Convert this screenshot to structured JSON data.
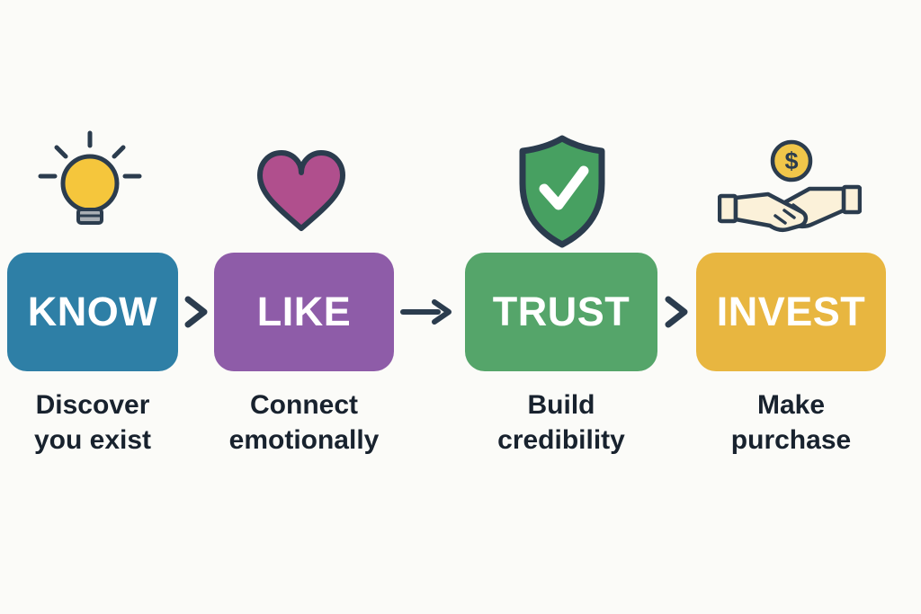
{
  "diagram": {
    "stages": [
      {
        "label": "KNOW",
        "description": [
          "Discover",
          "you exist"
        ],
        "box_color": "#2e7fa6",
        "icon": "lightbulb-icon"
      },
      {
        "label": "LIKE",
        "description": [
          "Connect",
          "emotionally"
        ],
        "box_color": "#8e5ca8",
        "icon": "heart-icon"
      },
      {
        "label": "TRUST",
        "description": [
          "Build",
          "credibility"
        ],
        "box_color": "#55a56a",
        "icon": "shield-check-icon"
      },
      {
        "label": "INVEST",
        "description": [
          "Make",
          "purchase"
        ],
        "box_color": "#e8b640",
        "icon": "handshake-dollar-icon"
      }
    ],
    "connectors": [
      {
        "between": "know-like",
        "type": "chevron"
      },
      {
        "between": "like-trust",
        "type": "arrow"
      },
      {
        "between": "trust-invest",
        "type": "chevron"
      }
    ],
    "coin_symbol": "$",
    "colors": {
      "background": "#fbfbf8",
      "outline": "#2b3c4e",
      "label_text": "#ffffff",
      "description_text": "#18222e",
      "bulb": "#f5c63c",
      "bulb_base": "#a9aeb4",
      "heart": "#b04f8d",
      "shield": "#47a061",
      "check": "#ffffff",
      "coin": "#f0c64a",
      "hands": "#fbf1d9"
    }
  }
}
